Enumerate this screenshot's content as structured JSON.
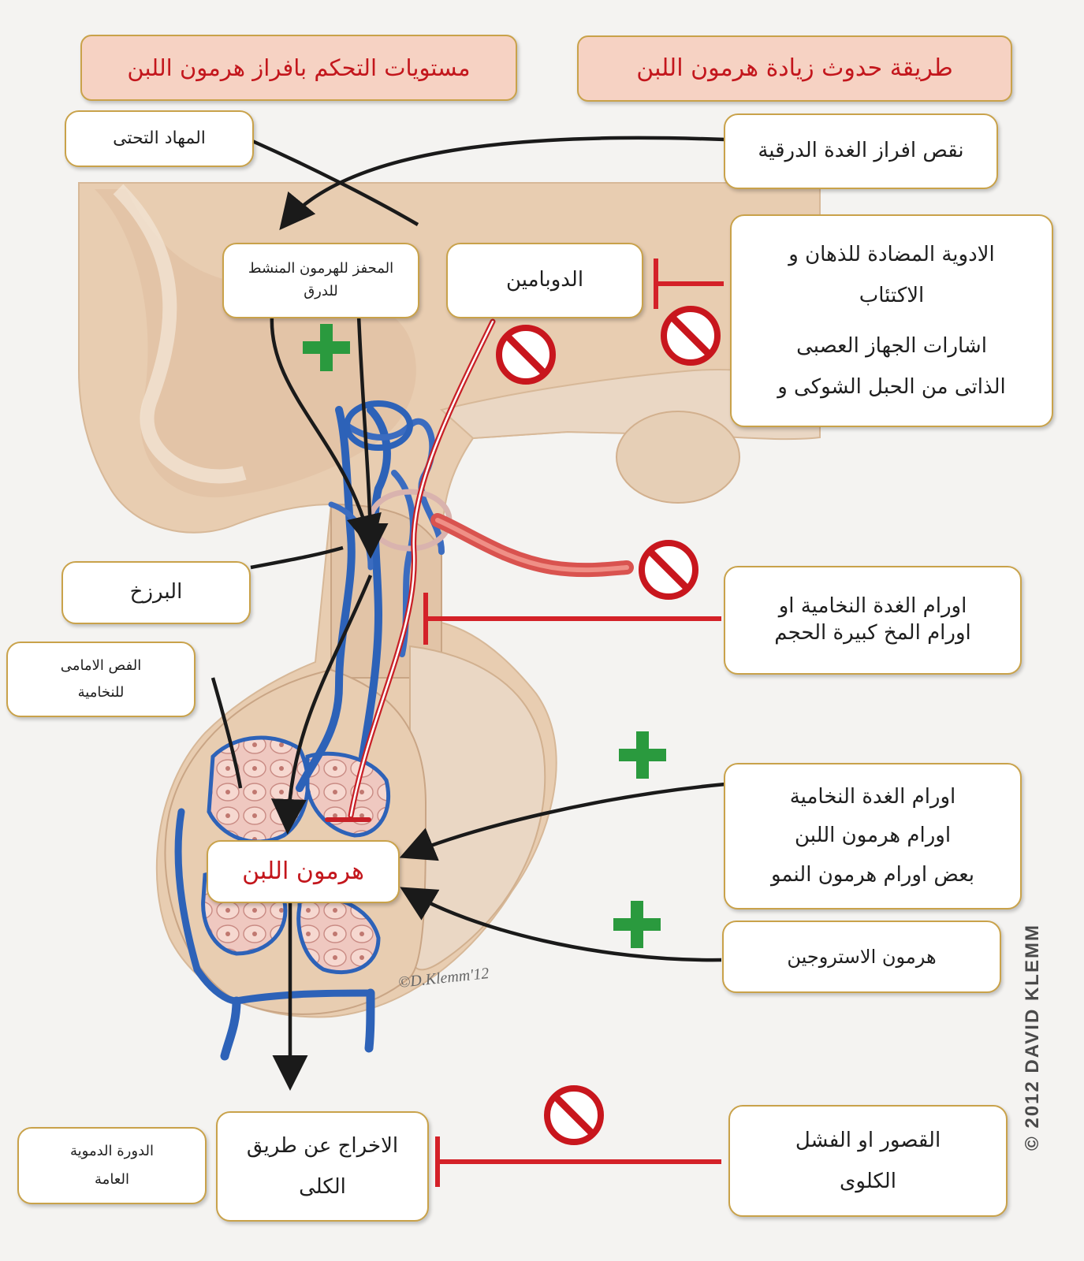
{
  "headers": {
    "right": "طريقة حدوث زيادة هرمون اللبن",
    "left": "مستويات التحكم بافراز هرمون اللبن"
  },
  "labels": {
    "hypothalamus": "المهاد التحتى",
    "trh": [
      "المحفز للهرمون المنشط",
      "للدرق"
    ],
    "dopamine": "الدوبامين",
    "stalk": "البرزخ",
    "anterior_pituitary": [
      "الفص الامامى",
      "للنخامية"
    ],
    "prolactin": "هرمون اللبن",
    "kidney_excretion": [
      "الاخراج عن طريق",
      "الكلى"
    ],
    "circulation": [
      "الدورة الدموية",
      "العامة"
    ]
  },
  "causes": {
    "hypothyroid": "نقص افراز الغدة الدرقية",
    "drugs": [
      "الادوية المضادة للذهان و",
      "الاكتئاب",
      "اشارات الجهاز العصبى",
      "الذاتى من الحبل الشوكى و"
    ],
    "stalk_tumors": [
      "اورام الغدة النخامية او",
      "اورام المخ كبيرة الحجم"
    ],
    "pituitary_tumors": [
      "اورام الغدة النخامية",
      "اورام هرمون اللبن",
      "بعض اورام هرمون النمو"
    ],
    "estrogen": "هرمون الاستروجين",
    "renal_failure": [
      "القصور او الفشل",
      "الكلوى"
    ]
  },
  "credits": {
    "copyright": "© 2012 DAVID KLEMM",
    "signature": "©D.Klemm'12"
  },
  "colors": {
    "tissue": "#e8cdb1",
    "vessel_blue": "#2d62b8",
    "vessel_red": "#d9534f",
    "inhibit_red": "#d42128",
    "plus_green": "#2a9a3e",
    "box_border": "#c9a24a"
  }
}
